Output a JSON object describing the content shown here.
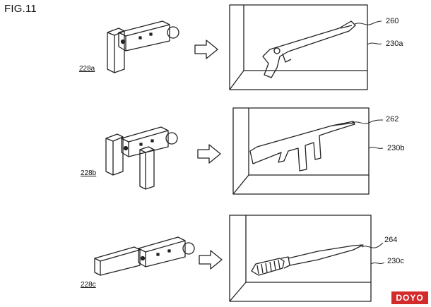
{
  "figure": {
    "title": "FIG.11"
  },
  "rows": [
    {
      "controller_label": "228a",
      "item_label": "260",
      "screen_label": "230a",
      "item": "shotgun-icon"
    },
    {
      "controller_label": "228b",
      "item_label": "262",
      "screen_label": "230b",
      "item": "rifle-icon"
    },
    {
      "controller_label": "228c",
      "item_label": "264",
      "screen_label": "230c",
      "item": "knife-icon"
    }
  ],
  "watermark": {
    "text": "DOYO"
  }
}
